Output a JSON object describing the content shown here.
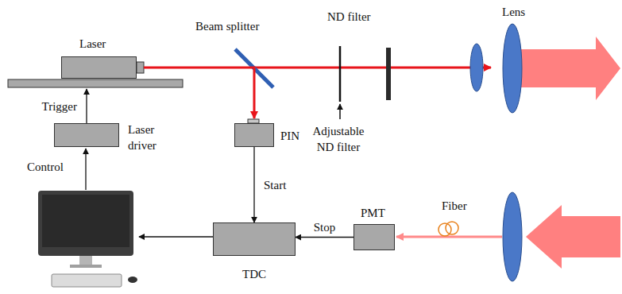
{
  "diagram": {
    "nodes": [
      {
        "text": [
          "Laser"
        ]
      },
      {
        "text": [
          "Laser driver"
        ]
      },
      {
        "text": [
          "PIN"
        ]
      },
      {
        "text": [
          "TDC"
        ]
      },
      {
        "text": [
          "PMT"
        ]
      }
    ],
    "edges": [
      {
        "from": 1,
        "to": 0,
        "arrow": "to",
        "label": "Trigger"
      },
      {
        "from": 0,
        "to": 2,
        "arrow": "to"
      },
      {
        "from": 2,
        "to": 3,
        "arrow": "to",
        "label": "Start"
      },
      {
        "from": 4,
        "to": 3,
        "arrow": "to",
        "label": "Stop"
      }
    ],
    "labels": [
      "Beam splitter",
      "ND filter",
      "Adjustable ND filter",
      "Lens",
      "Control",
      "Fiber"
    ]
  }
}
